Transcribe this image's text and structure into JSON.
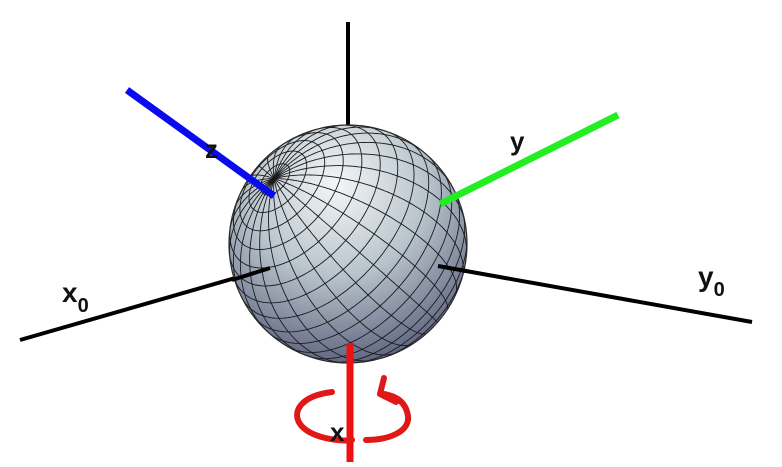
{
  "diagram": {
    "labels": {
      "x0": "x",
      "x0_sub": "0",
      "y0": "y",
      "y0_sub": "0",
      "z": "z",
      "y": "y",
      "x": "x"
    },
    "colors": {
      "background": "#ffffff",
      "fixed_axes": "#000000",
      "z_axis": "#0a0aee",
      "y_axis": "#22ee22",
      "x_axis": "#ee1111",
      "rotation_arrow": "#e01818",
      "sphere_light": "#f4f6f8",
      "sphere_mid": "#b8c4cc",
      "sphere_dark": "#4a4e6e",
      "mesh": "#1a1a1a"
    },
    "icons": {
      "rotation": "rotation-arrow-icon"
    }
  }
}
